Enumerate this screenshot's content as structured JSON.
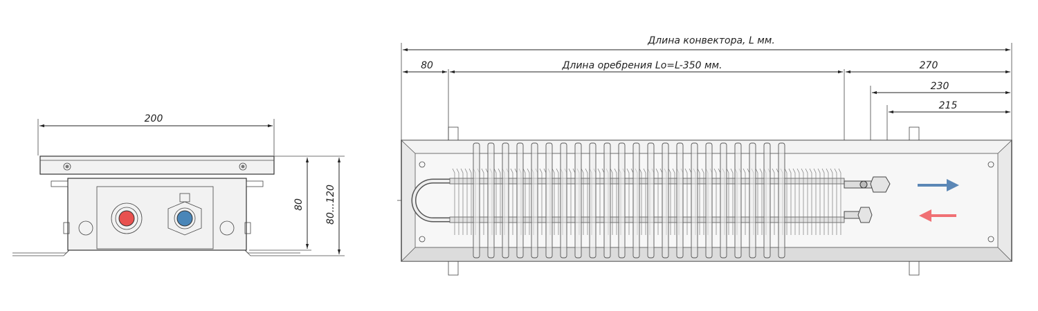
{
  "side_view": {
    "width_label": "200",
    "height_label": "80",
    "height_range_label": "80...120",
    "hot_color": "#e8514f",
    "cold_color": "#4a86b8"
  },
  "top_view": {
    "total_length_label": "Длина конвектора, L мм.",
    "left_offset_label": "80",
    "fin_length_label": "Длина оребрения Lo=L-350 мм.",
    "right_offset_label": "270",
    "pipe1_label": "230",
    "pipe2_label": "215",
    "flow_in_arrow_color": "#5b87b6",
    "flow_out_arrow_color": "#f07074"
  }
}
